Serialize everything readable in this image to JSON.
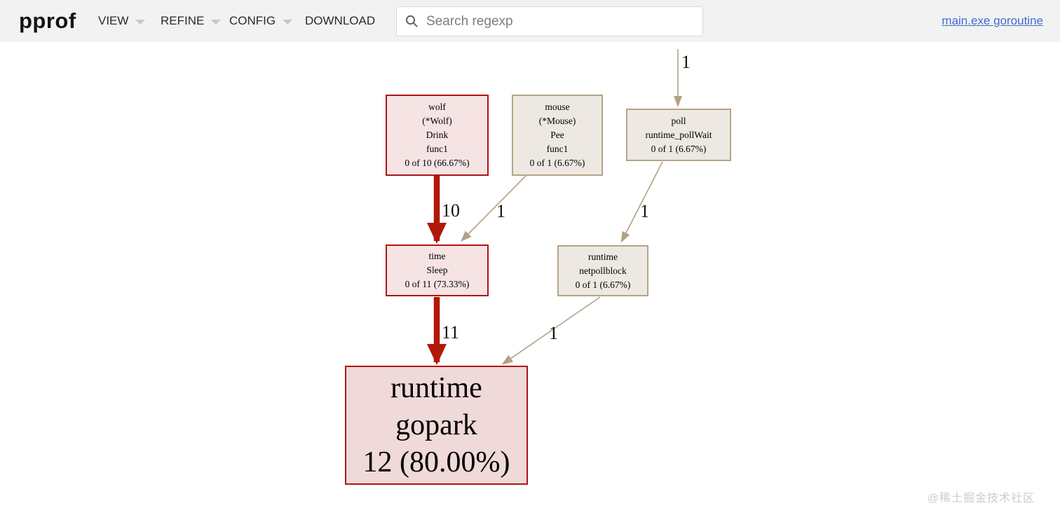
{
  "header": {
    "logo": "pprof",
    "menus": [
      {
        "label": "VIEW",
        "chevron": true
      },
      {
        "label": "REFINE",
        "chevron": true
      },
      {
        "label": "CONFIG",
        "chevron": true
      },
      {
        "label": "DOWNLOAD",
        "chevron": false
      }
    ],
    "search": {
      "placeholder": "Search regexp"
    },
    "profile_link": "main.exe goroutine"
  },
  "graph": {
    "nodes": {
      "wolf": {
        "lines": [
          "wolf",
          "(*Wolf)",
          "Drink",
          "func1",
          "0 of 10 (66.67%)"
        ]
      },
      "mouse": {
        "lines": [
          "mouse",
          "(*Mouse)",
          "Pee",
          "func1",
          "0 of 1 (6.67%)"
        ]
      },
      "poll": {
        "lines": [
          "poll",
          "runtime_pollWait",
          "0 of 1 (6.67%)"
        ]
      },
      "time": {
        "lines": [
          "time",
          "Sleep",
          "0 of 11 (73.33%)"
        ]
      },
      "netpollblock": {
        "lines": [
          "runtime",
          "netpollblock",
          "0 of 1 (6.67%)"
        ]
      },
      "gopark": {
        "lines": [
          "runtime",
          "gopark",
          "12 (80.00%)"
        ]
      }
    },
    "edges": {
      "root_poll": "1",
      "wolf_time": "10",
      "mouse_time": "1",
      "poll_netpollblock": "1",
      "time_gopark": "11",
      "netpollblock_gopark": "1"
    }
  },
  "colors": {
    "header_bg": "#f2f2f2",
    "link": "#3e6fd1",
    "hot_border": "#b01414",
    "hot_fill": "#f6e4e4",
    "gopark_fill": "#f0d9d9",
    "hot_edge": "#b21807",
    "cool_border": "#b5a488",
    "cool_fill": "#ede9e2",
    "cool_edge": "#b3a183"
  },
  "watermark": "@稀土掘金技术社区"
}
